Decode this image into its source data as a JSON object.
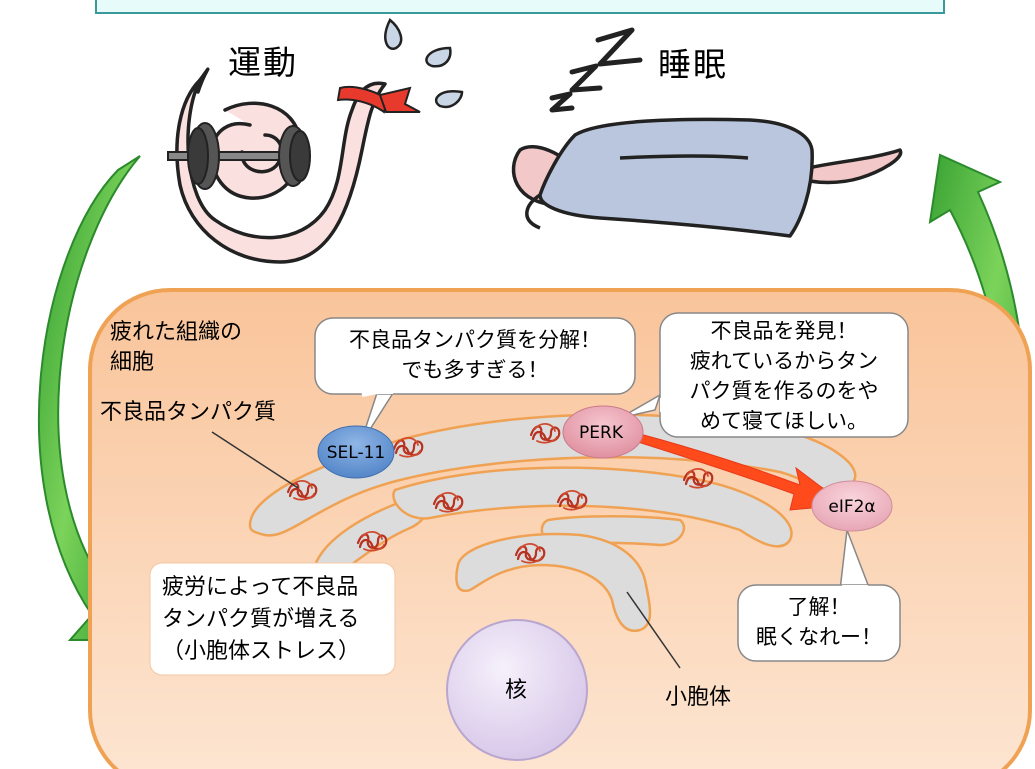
{
  "top_labels": {
    "exercise": "運動",
    "sleep": "睡眠"
  },
  "cell": {
    "title": "疲れた組織の\n細胞",
    "misfolded_label": "不良品タンパク質",
    "stress_note": "疲労によって不良品\nタンパク質が増える\n（小胞体ストレス）",
    "nucleus": "核",
    "er_label": "小胞体"
  },
  "proteins": {
    "sel11": "SEL-11",
    "perk": "PERK",
    "eif2a": "eIF2α"
  },
  "bubbles": {
    "sel11": "不良品タンパク質を分解！\nでも多すぎる！",
    "perk": "不良品を発見！\n疲れているからタン\nパク質を作るのをや\nめて寝てほしい。",
    "eif2a": "了解！\n眠くなれー！"
  },
  "colors": {
    "cell_fill": "#fbd0ad",
    "cell_border": "#f0a254",
    "er_fill": "#dcdcdc",
    "misfolded_protein": "#c0392b",
    "sel11": "#5b8fd0",
    "perk": "#e8a0ad",
    "eif2a": "#eeb4bf",
    "arrow_green": "#3fb03c",
    "activation_arrow": "#ff4a1c",
    "nucleus": "#e8dcf2",
    "worm": "#fbe0e0",
    "blanket": "#b9c6dd"
  },
  "icons": [
    "dumbbell-icon",
    "sweat-drops-icon",
    "headband-icon",
    "zzz-icon",
    "blanket-icon"
  ]
}
